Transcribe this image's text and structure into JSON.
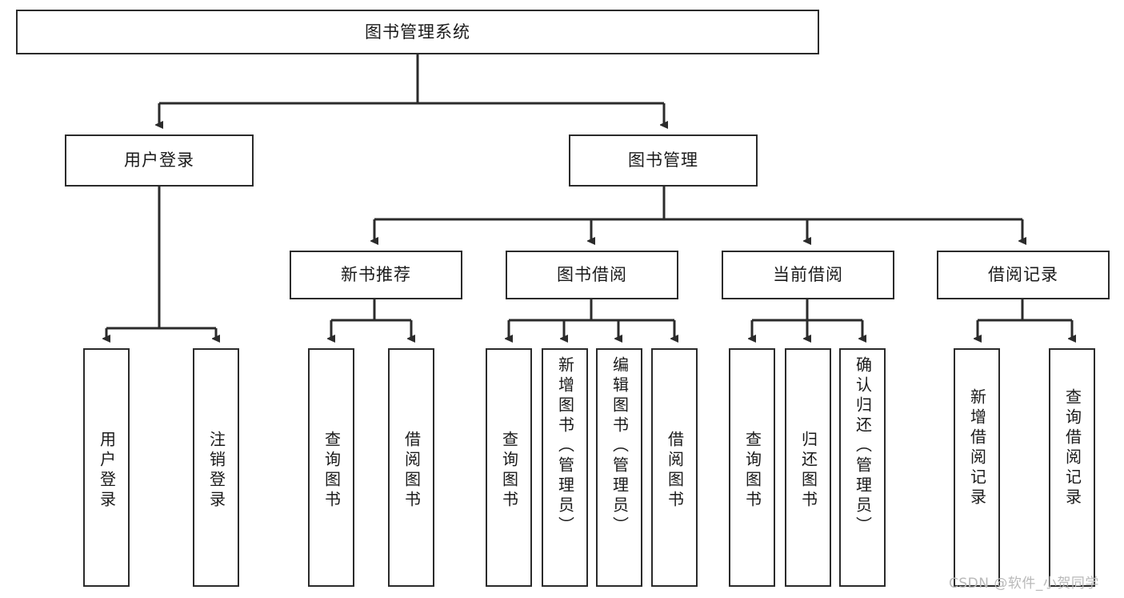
{
  "diagram": {
    "type": "tree-hierarchy",
    "title": "图书管理系统",
    "root": {
      "label": "图书管理系统"
    },
    "level2": [
      {
        "label": "用户登录"
      },
      {
        "label": "图书管理"
      }
    ],
    "level3": [
      {
        "label": "新书推荐"
      },
      {
        "label": "图书借阅"
      },
      {
        "label": "当前借阅"
      },
      {
        "label": "借阅记录"
      }
    ],
    "leaves": {
      "user_login": [
        {
          "label": "用户登录"
        },
        {
          "label": "注销登录"
        }
      ],
      "new_book_recommend": [
        {
          "label": "查询图书"
        },
        {
          "label": "借阅图书"
        }
      ],
      "book_borrow": [
        {
          "label": "查询图书"
        },
        {
          "label": "新增图书（管理员）"
        },
        {
          "label": "编辑图书（管理员）"
        },
        {
          "label": "借阅图书"
        }
      ],
      "current_borrow": [
        {
          "label": "查询图书"
        },
        {
          "label": "归还图书"
        },
        {
          "label": "确认归还（管理员）"
        }
      ],
      "borrow_record": [
        {
          "label": "新增借阅记录"
        },
        {
          "label": "查询借阅记录"
        }
      ]
    },
    "watermark": "CSDN @软件_小贺同学",
    "colors": {
      "stroke": "#2b2b2b",
      "fill": "#ffffff",
      "text": "#1a1a1a",
      "watermark": "#b9b9b9"
    }
  }
}
